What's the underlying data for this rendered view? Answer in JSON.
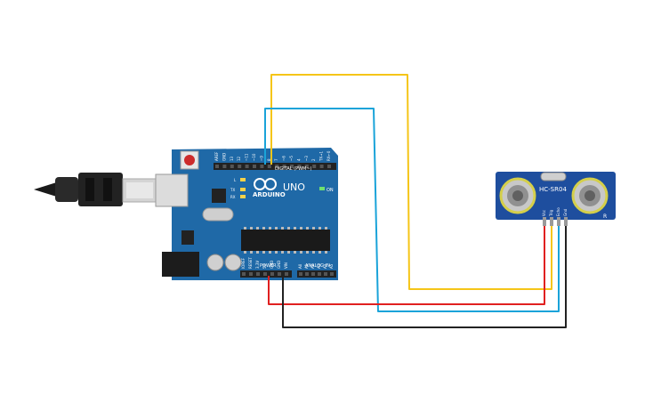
{
  "board": {
    "brand": "ARDUINO",
    "model": "UNO",
    "digital_label": "DIGITAL (PWM~)",
    "power_label": "POWER",
    "analog_label": "ANALOG IN",
    "on_label": "ON",
    "tx_label": "TX",
    "rx_label": "RX",
    "l_label": "L",
    "digital_pins": [
      "AREF",
      "GND",
      "13",
      "12",
      "~11",
      "~10",
      "~9",
      "8",
      "7",
      "~6",
      "~5",
      "4",
      "~3",
      "2",
      "TX→1",
      "RX←0"
    ],
    "power_pins": [
      "IOREF",
      "RESET",
      "3.3V",
      "5V",
      "GND",
      "GND",
      "VIN"
    ],
    "analog_pins": [
      "A0",
      "A1",
      "A2",
      "A3",
      "A4",
      "A5"
    ]
  },
  "sensor": {
    "model": "HC-SR04",
    "pins": [
      "Vcc",
      "Trig",
      "Echo",
      "Gnd"
    ],
    "side_mark": "R"
  },
  "wire_colors": {
    "trig": "#f5c518",
    "echo": "#1aa3d9",
    "vcc": "#e02020",
    "gnd": "#222222"
  }
}
